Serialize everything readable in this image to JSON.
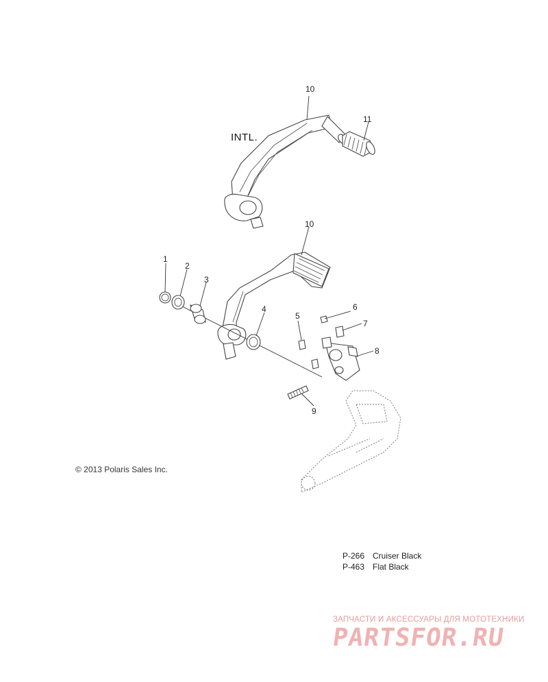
{
  "diagram": {
    "callouts": {
      "c1": "1",
      "c2": "2",
      "c3": "3",
      "c4": "4",
      "c5": "5",
      "c6": "6",
      "c7": "7",
      "c8": "8",
      "c9": "9",
      "c10_top": "10",
      "c10_lower": "10",
      "c11": "11"
    },
    "intl_label": "INTL."
  },
  "copyright": "© 2013 Polaris Sales Inc.",
  "paint_codes": [
    {
      "code": "P-266",
      "name": "Cruiser Black"
    },
    {
      "code": "P-463",
      "name": "Flat Black"
    }
  ],
  "watermark": {
    "tagline": "ЗАПЧАСТИ И АКСЕССУАРЫ ДЛЯ МОТОТЕХНИКИ",
    "logo": "PARTSFOR.RU",
    "color": "#f0b2b2"
  }
}
